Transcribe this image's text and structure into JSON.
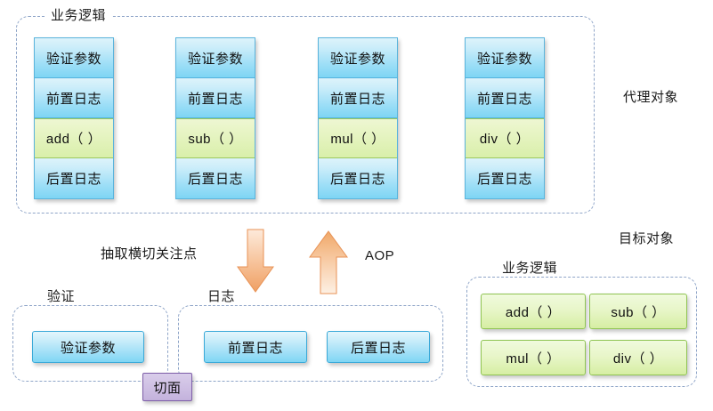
{
  "diagram": {
    "title_hidden": "AOP proxy object / target object diagram",
    "colors": {
      "blue_fill": "#9fdff7",
      "blue_border": "#3aa9d8",
      "green_fill": "#d9efaa",
      "green_border": "#8fc452",
      "purple_fill": "#cfc0e4",
      "purple_border": "#7e5ea8",
      "arrow_orange": "#f0a868",
      "group_border": "#8fa5c8"
    }
  },
  "proxy_section": {
    "group_label": "业务逻辑",
    "side_label": "代理对象",
    "columns": [
      {
        "method": "add（ ）",
        "cells": [
          {
            "text": "验证参数",
            "kind": "blue"
          },
          {
            "text": "前置日志",
            "kind": "blue"
          },
          {
            "text": "add（ ）",
            "kind": "green"
          },
          {
            "text": "后置日志",
            "kind": "blue"
          }
        ]
      },
      {
        "method": "sub（ ）",
        "cells": [
          {
            "text": "验证参数",
            "kind": "blue"
          },
          {
            "text": "前置日志",
            "kind": "blue"
          },
          {
            "text": "sub（ ）",
            "kind": "green"
          },
          {
            "text": "后置日志",
            "kind": "blue"
          }
        ]
      },
      {
        "method": "mul（ ）",
        "cells": [
          {
            "text": "验证参数",
            "kind": "blue"
          },
          {
            "text": "前置日志",
            "kind": "blue"
          },
          {
            "text": "mul（ ）",
            "kind": "green"
          },
          {
            "text": "后置日志",
            "kind": "blue"
          }
        ]
      },
      {
        "method": "div（ ）",
        "cells": [
          {
            "text": "验证参数",
            "kind": "blue"
          },
          {
            "text": "前置日志",
            "kind": "blue"
          },
          {
            "text": "div（ ）",
            "kind": "green"
          },
          {
            "text": "后置日志",
            "kind": "blue"
          }
        ]
      }
    ]
  },
  "middle": {
    "extract_label": "抽取横切关注点",
    "aop_label": "AOP",
    "down_arrow_name": "down-arrow-icon",
    "up_arrow_name": "up-arrow-icon"
  },
  "aspect_section": {
    "validate_group_label": "验证",
    "log_group_label": "日志",
    "aspect_badge": "切面",
    "validate_items": [
      "验证参数"
    ],
    "log_items": [
      "前置日志",
      "后置日志"
    ]
  },
  "target_section": {
    "side_label": "目标对象",
    "group_label": "业务逻辑",
    "methods": [
      "add（ ）",
      "sub（ ）",
      "mul（ ）",
      "div（ ）"
    ]
  }
}
